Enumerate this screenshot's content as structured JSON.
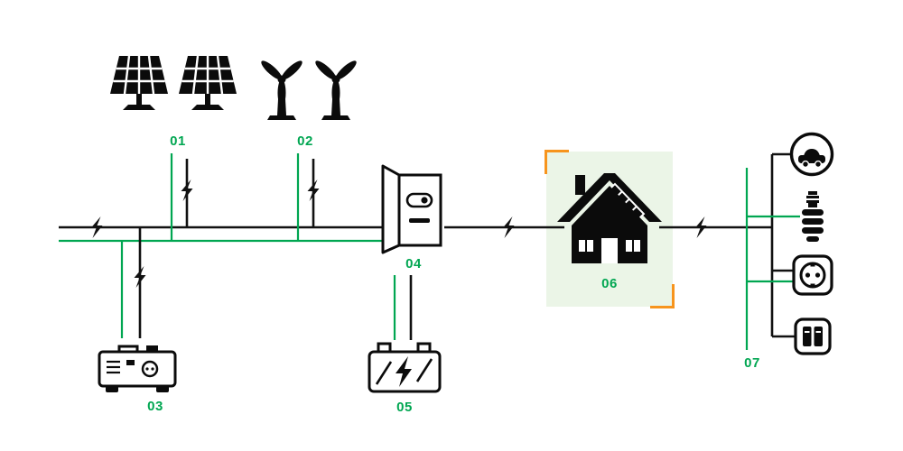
{
  "diagram": {
    "type": "energy-system-diagram",
    "colors": {
      "wire_black": "#111111",
      "wire_green": "#00A651",
      "label_green": "#00A651",
      "bracket_orange": "#F7941D",
      "highlight_bg": "#EBF5E7",
      "icon_black": "#0b0b0b"
    },
    "nodes": [
      {
        "id": "01",
        "label": "01",
        "name": "solar-panels"
      },
      {
        "id": "02",
        "label": "02",
        "name": "wind-turbines"
      },
      {
        "id": "03",
        "label": "03",
        "name": "generator"
      },
      {
        "id": "04",
        "label": "04",
        "name": "inverter"
      },
      {
        "id": "05",
        "label": "05",
        "name": "battery-storage"
      },
      {
        "id": "06",
        "label": "06",
        "name": "house"
      },
      {
        "id": "07",
        "label": "07",
        "name": "loads"
      }
    ],
    "load_icons": [
      "ev-charger",
      "cfl-bulb",
      "wall-socket",
      "wall-switch"
    ]
  }
}
